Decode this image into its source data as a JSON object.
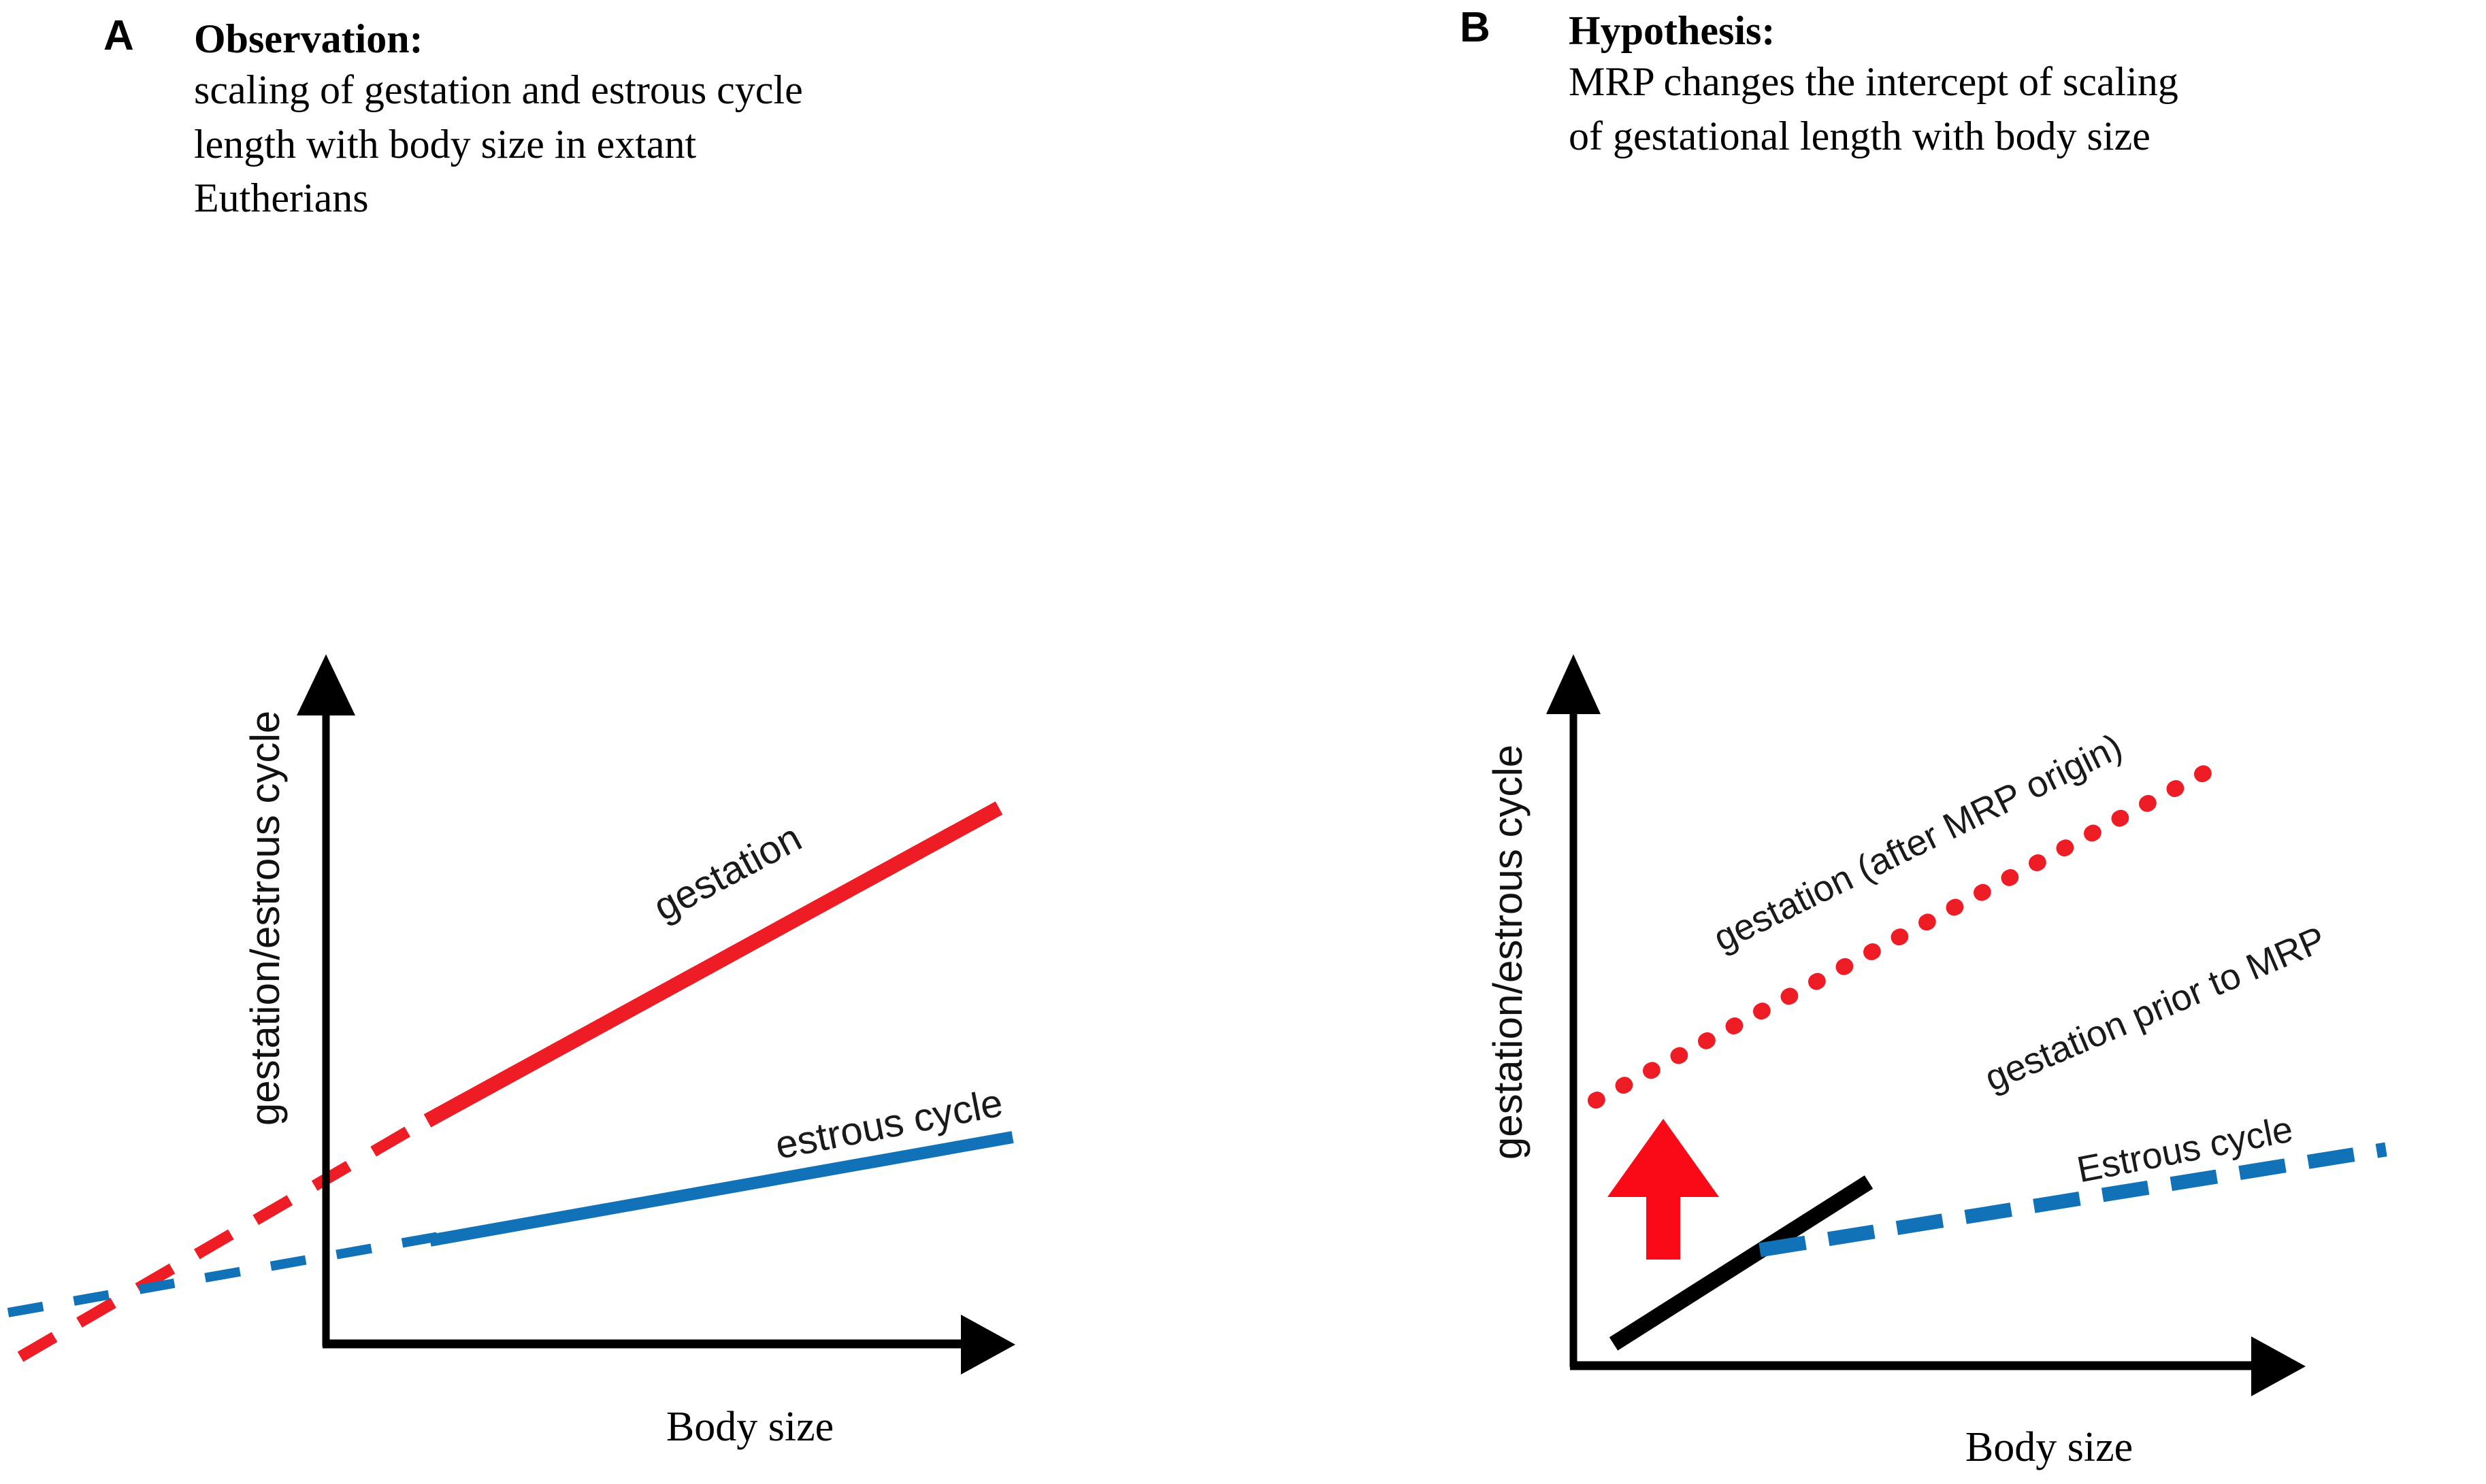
{
  "figure": {
    "background": "#ffffff",
    "colors": {
      "gestation_red": "#ee1c25",
      "estrous_blue": "#1272b8",
      "axis_black": "#000000",
      "text_black": "#1a1a1a",
      "mrp_arrow_red": "#fa0a17"
    }
  },
  "panels": {
    "a": {
      "letter": "A",
      "title": "Observation:",
      "body_line1": "scaling of gestation and estrous cycle",
      "body_line2": "length with body size in extant",
      "body_line3": "Eutherians",
      "axes": {
        "y_label": "gestation/estrous cycle",
        "x_label": "Body size"
      },
      "series": [
        {
          "name": "gestation",
          "label": "gestation",
          "color": "#ee1c25",
          "style": "solid-with-dashed-extension"
        },
        {
          "name": "estrous-cycle",
          "label": "estrous cycle",
          "color": "#1272b8",
          "style": "solid-with-dashed-extension"
        }
      ]
    },
    "b": {
      "letter": "B",
      "title": "Hypothesis:",
      "body_line1": "MRP changes the intercept of scaling",
      "body_line2": "of gestational length with body size",
      "axes": {
        "y_label": "gestation/estrous cycle",
        "x_label": "Body size"
      },
      "series": [
        {
          "name": "gestation-after-mrp",
          "label": "gestation (after MRP origin)",
          "color": "#ee1c25",
          "style": "dotted"
        },
        {
          "name": "gestation-prior-to-mrp",
          "label": "gestation prior to MRP",
          "color": "#000000",
          "style": "solid"
        },
        {
          "name": "estrous-cycle",
          "label": "Estrous cycle",
          "color": "#1272b8",
          "style": "dashed"
        }
      ],
      "annotations": [
        {
          "name": "mrp-shift-arrow",
          "kind": "up-arrow",
          "color": "#fa0a17"
        }
      ]
    }
  },
  "chart_data": [
    {
      "id": "panel-a",
      "type": "line",
      "title": "Observation: scaling of gestation and estrous cycle length with body size in extant Eutherians",
      "xlabel": "Body size",
      "ylabel": "gestation/estrous cycle",
      "grid": false,
      "legend": "inline-labels",
      "axis_style": "arrow-axes, no tick marks, qualitative scale",
      "xlim": [
        0,
        1
      ],
      "ylim": [
        0,
        1
      ],
      "series": [
        {
          "name": "gestation",
          "color": "#ee1c25",
          "slope": "steep",
          "solid_segment": {
            "x": [
              0.147,
              1.0
            ],
            "y": [
              0.345,
              0.805
            ]
          },
          "dashed_extension": {
            "x": [
              -0.44,
              0.147
            ],
            "y": [
              0.03,
              0.345
            ]
          },
          "label": "gestation",
          "label_rotation_deg": -28
        },
        {
          "name": "estrous cycle",
          "color": "#1272b8",
          "slope": "shallow",
          "solid_segment": {
            "x": [
              0.152,
              1.02
            ],
            "y": [
              0.155,
              0.31
            ]
          },
          "dashed_extension": {
            "x": [
              -0.47,
              0.152
            ],
            "y": [
              0.045,
              0.155
            ]
          },
          "label": "estrous cycle",
          "label_rotation_deg": -11
        }
      ]
    },
    {
      "id": "panel-b",
      "type": "line",
      "title": "Hypothesis: MRP changes the intercept of scaling of gestational length with body size",
      "xlabel": "Body size",
      "ylabel": "gestation/estrous cycle",
      "grid": false,
      "legend": "inline-labels",
      "axis_style": "arrow-axes, no tick marks, qualitative scale",
      "xlim": [
        0,
        1
      ],
      "ylim": [
        0,
        1
      ],
      "series": [
        {
          "name": "gestation (after MRP origin)",
          "color": "#ee1c25",
          "style": "dotted",
          "segment": {
            "x": [
              0.055,
              0.92
            ],
            "y": [
              0.4,
              0.86
            ]
          },
          "label": "gestation (after MRP origin)",
          "label_rotation_deg": -26
        },
        {
          "name": "gestation prior to MRP",
          "color": "#000000",
          "style": "solid",
          "segment": {
            "x": [
              0.05,
              0.4
            ],
            "y": [
              0.045,
              0.27
            ]
          },
          "label": "gestation prior to MRP",
          "label_rotation_deg": -23
        },
        {
          "name": "Estrous cycle",
          "color": "#1272b8",
          "style": "dashed",
          "segment": {
            "x": [
              0.32,
              1.02
            ],
            "y": [
              0.2,
              0.33
            ]
          },
          "label": "Estrous cycle",
          "label_rotation_deg": -11
        }
      ],
      "annotations": [
        {
          "name": "mrp-shift-arrow",
          "type": "up-arrow",
          "color": "#fa0a17",
          "meaning": "upward shift of gestation intercept caused by MRP",
          "x": 0.115,
          "y_from": 0.11,
          "y_to": 0.36
        }
      ]
    }
  ]
}
